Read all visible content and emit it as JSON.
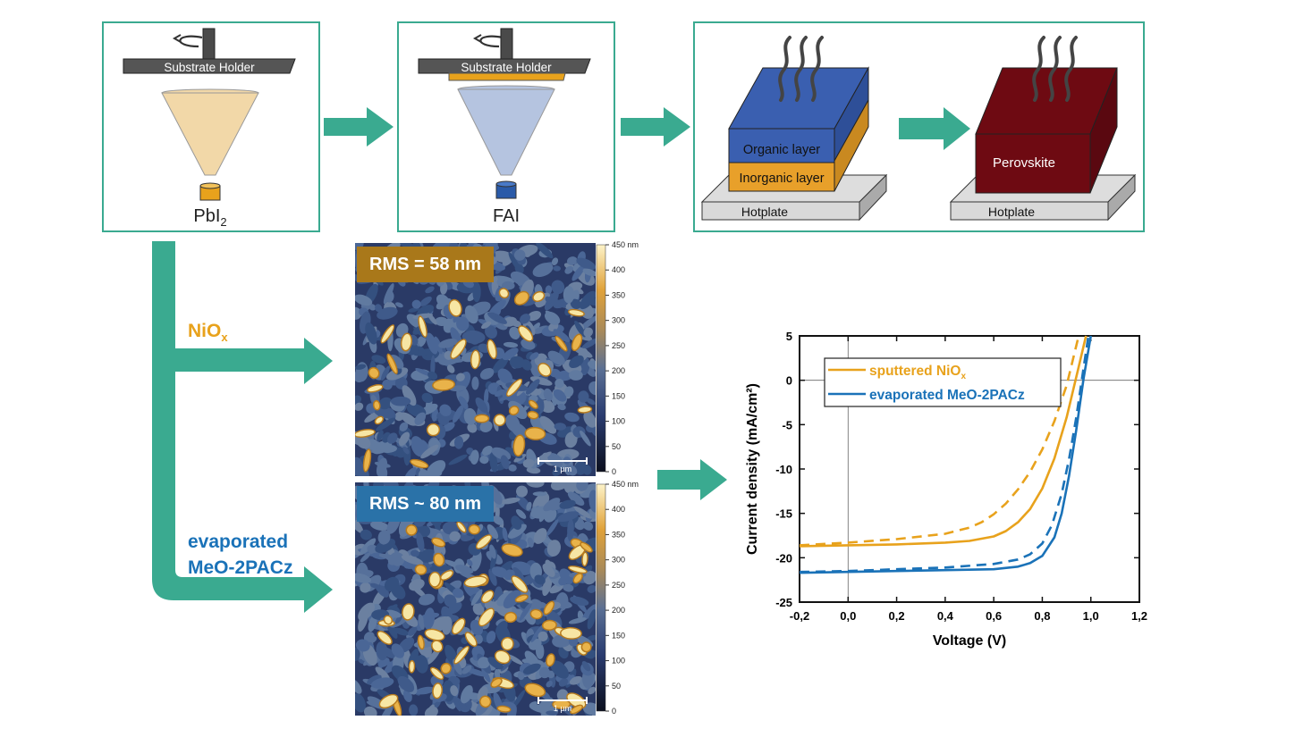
{
  "colors": {
    "teal": "#3aaa90",
    "orange": "#e8a21c",
    "blue": "#1a72b8",
    "pbi2_cone": "#f2d8a8",
    "fai_cone": "#b5c4e0",
    "organic": "#3a5fb0",
    "inorganic": "#e8a02a",
    "perovskite": "#6e0a12"
  },
  "step1": {
    "holder_label": "Substrate Holder",
    "source_label": "PbI",
    "source_sub": "2"
  },
  "step2": {
    "holder_label": "Substrate Holder",
    "source_label": "FAI"
  },
  "step3": {
    "organic_label": "Organic layer",
    "inorganic_label": "Inorganic layer",
    "hotplate_label": "Hotplate",
    "perovskite_label": "Perovskite",
    "hotplate2_label": "Hotplate"
  },
  "branches": {
    "nio": {
      "label": "NiO",
      "sub": "x"
    },
    "meo": {
      "line1": "evaporated",
      "line2": "MeO-2PACz"
    }
  },
  "afm": {
    "top": {
      "rms": "RMS = 58 nm",
      "scale": "1 µm"
    },
    "bottom": {
      "rms": "RMS ~ 80 nm",
      "scale": "1 µm"
    },
    "colorbar_ticks": [
      "450 nm",
      "400",
      "350",
      "300",
      "250",
      "200",
      "150",
      "100",
      "50",
      "0"
    ]
  },
  "chart_data": {
    "type": "line",
    "xlabel": "Voltage (V)",
    "ylabel": "Current density (mA/cm²)",
    "xlim": [
      -0.2,
      1.2
    ],
    "ylim": [
      -25,
      5
    ],
    "xticks": [
      "-0,2",
      "0,0",
      "0,2",
      "0,4",
      "0,6",
      "0,8",
      "1,0",
      "1,2"
    ],
    "yticks": [
      "5",
      "0",
      "-5",
      "-10",
      "-15",
      "-20",
      "-25"
    ],
    "legend": {
      "placement": "top-left",
      "entries": [
        {
          "label": "sputtered NiO",
          "sub": "x",
          "color": "#e8a21c"
        },
        {
          "label": "evaporated MeO-2PACz",
          "sub": "",
          "color": "#1a72b8"
        }
      ]
    },
    "series": [
      {
        "name": "sputtered NiOx",
        "style": "solid",
        "color": "#e8a21c",
        "x": [
          -0.2,
          0.0,
          0.2,
          0.4,
          0.5,
          0.6,
          0.65,
          0.7,
          0.75,
          0.8,
          0.85,
          0.9,
          0.95,
          0.98
        ],
        "y": [
          -18.7,
          -18.6,
          -18.5,
          -18.3,
          -18.1,
          -17.6,
          -17.0,
          -16.0,
          -14.5,
          -12.2,
          -8.8,
          -4.2,
          1.5,
          5.0
        ]
      },
      {
        "name": "sputtered NiOx",
        "style": "dashed",
        "color": "#e8a21c",
        "x": [
          -0.2,
          0.0,
          0.2,
          0.4,
          0.5,
          0.55,
          0.6,
          0.65,
          0.7,
          0.75,
          0.8,
          0.85,
          0.9,
          0.95
        ],
        "y": [
          -18.6,
          -18.3,
          -17.9,
          -17.3,
          -16.6,
          -16.0,
          -15.1,
          -13.9,
          -12.3,
          -10.3,
          -7.8,
          -4.6,
          -0.6,
          5.0
        ]
      },
      {
        "name": "evaporated MeO-2PACz",
        "style": "solid",
        "color": "#1a72b8",
        "x": [
          -0.2,
          0.0,
          0.2,
          0.4,
          0.6,
          0.7,
          0.75,
          0.8,
          0.85,
          0.88,
          0.91,
          0.94,
          0.97,
          1.0
        ],
        "y": [
          -21.7,
          -21.6,
          -21.5,
          -21.4,
          -21.3,
          -21.0,
          -20.6,
          -19.8,
          -17.7,
          -15.0,
          -10.8,
          -5.6,
          0.2,
          5.0
        ]
      },
      {
        "name": "evaporated MeO-2PACz",
        "style": "dashed",
        "color": "#1a72b8",
        "x": [
          -0.2,
          0.0,
          0.2,
          0.4,
          0.6,
          0.7,
          0.75,
          0.8,
          0.84,
          0.88,
          0.91,
          0.94,
          0.97,
          0.99
        ],
        "y": [
          -21.6,
          -21.5,
          -21.3,
          -21.1,
          -20.7,
          -20.2,
          -19.6,
          -18.4,
          -16.3,
          -12.8,
          -8.9,
          -4.2,
          1.4,
          5.0
        ]
      }
    ]
  }
}
